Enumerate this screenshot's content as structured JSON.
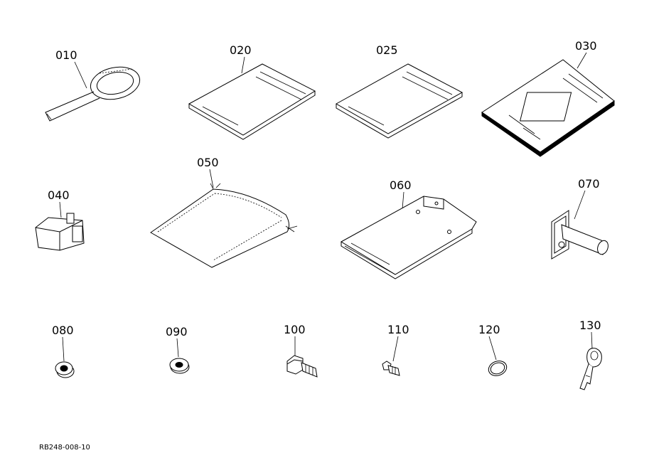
{
  "parts": [
    {
      "id": "010",
      "shape": "wrench-icon"
    },
    {
      "id": "020",
      "shape": "manual-icon"
    },
    {
      "id": "025",
      "shape": "manual-icon"
    },
    {
      "id": "030",
      "shape": "booklet-icon"
    },
    {
      "id": "040",
      "shape": "clip-icon"
    },
    {
      "id": "050",
      "shape": "bag-icon"
    },
    {
      "id": "060",
      "shape": "plate-icon"
    },
    {
      "id": "070",
      "shape": "pin-icon"
    },
    {
      "id": "080",
      "shape": "nut-icon"
    },
    {
      "id": "090",
      "shape": "washer-icon"
    },
    {
      "id": "100",
      "shape": "bolt-icon"
    },
    {
      "id": "110",
      "shape": "fitting-icon"
    },
    {
      "id": "120",
      "shape": "o-ring-icon"
    },
    {
      "id": "130",
      "shape": "key-icon"
    }
  ],
  "drawing_code": "RB248-008-10"
}
